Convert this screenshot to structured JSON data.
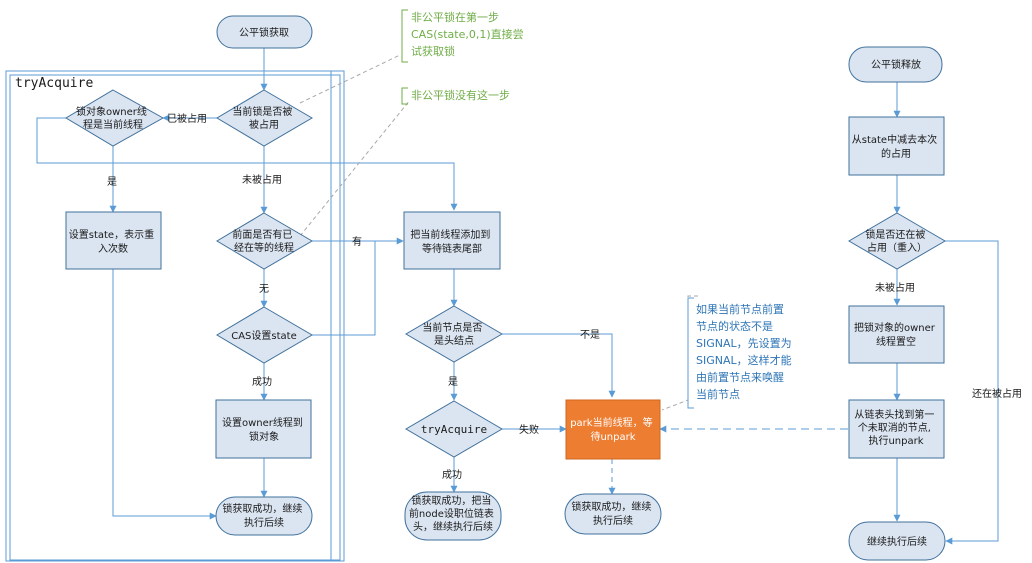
{
  "colors": {
    "line": "#5b9bd5",
    "box_stroke": "#41719c",
    "box_fill": "#dbe5f1",
    "highlight_fill": "#ed7d31",
    "note_green": "#70ad47",
    "note_blue": "#2e75b6"
  },
  "container": {
    "title": "tryAcquire"
  },
  "nodes": {
    "fair_acquire": "公平锁获取",
    "is_locked": [
      "当前锁是否被",
      "被占用"
    ],
    "owner_is_current": [
      "锁对象owner线",
      "程是当前线程"
    ],
    "set_state_reentry": [
      "设置state，表示重",
      "入次数"
    ],
    "has_queued": [
      "前面是否有已",
      "经在等的线程"
    ],
    "cas_state": "CAS设置state",
    "set_owner": [
      "设置owner线程到",
      "锁对象"
    ],
    "acquire_ok_left": [
      "锁获取成功，继续",
      "执行后续"
    ],
    "add_to_tail": [
      "把当前线程添加到",
      "等待链表尾部"
    ],
    "is_head_next": [
      "当前节点是否",
      "是头结点"
    ],
    "try_acquire_diamond": "tryAcquire",
    "acquire_ok_node": [
      "锁获取成功，把当",
      "前node设职位链表",
      "头，继续执行后续"
    ],
    "park": [
      "park当前线程，等",
      "待unpark"
    ],
    "acquire_ok_mid": [
      "锁获取成功，继续",
      "执行后续"
    ],
    "fair_release": "公平锁释放",
    "sub_state": [
      "从state中减去本次",
      "的占用"
    ],
    "still_locked": [
      "锁是否还在被",
      "占用（重入）"
    ],
    "clear_owner": [
      "把锁对象的owner",
      "线程置空"
    ],
    "unpark_first": [
      "从链表头找到第一",
      "个未取消的节点,",
      "执行unpark"
    ],
    "continue_after": "继续执行后续"
  },
  "edge_labels": {
    "occupied": "已被占用",
    "yes_left": "是",
    "not_occupied_left": "未被占用",
    "has": "有",
    "none": "无",
    "success_left": "成功",
    "not_yes": "不是",
    "yes_mid": "是",
    "fail": "失败",
    "success_mid": "成功",
    "not_occupied_right": "未被占用",
    "still_occupied": "还在被占用"
  },
  "notes": {
    "nonfair_cas": [
      "非公平锁在第一步",
      "CAS(state,0,1)直接尝",
      "试获取锁"
    ],
    "nonfair_none": "非公平锁没有这一步",
    "signal_note": [
      "如果当前节点前置",
      "节点的状态不是",
      "SIGNAL，先设置为",
      "SIGNAL，这样才能",
      "由前置节点来唤醒",
      "当前节点"
    ]
  }
}
